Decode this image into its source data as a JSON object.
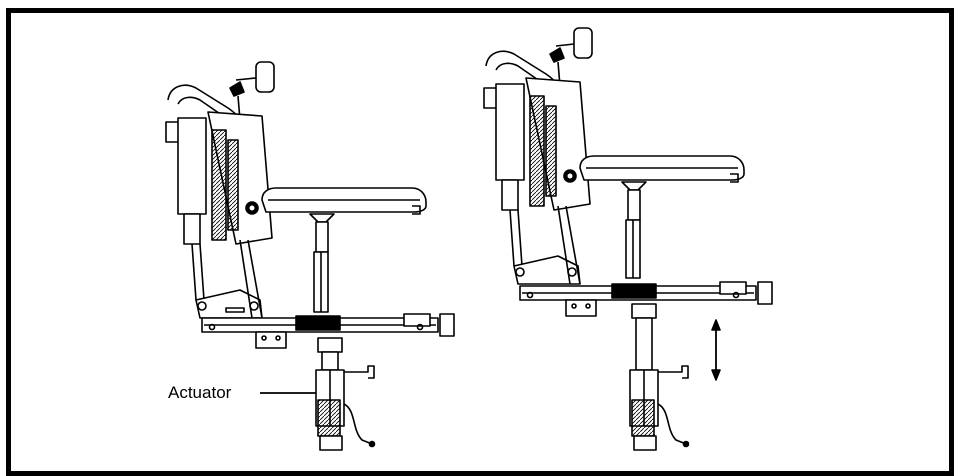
{
  "figure": {
    "callout_label": "Actuator"
  },
  "illustrations": [
    {
      "id": "seat-lowered",
      "position_state": "lowered"
    },
    {
      "id": "seat-raised",
      "position_state": "raised"
    }
  ],
  "colors": {
    "line": "#000000",
    "background": "#ffffff"
  }
}
